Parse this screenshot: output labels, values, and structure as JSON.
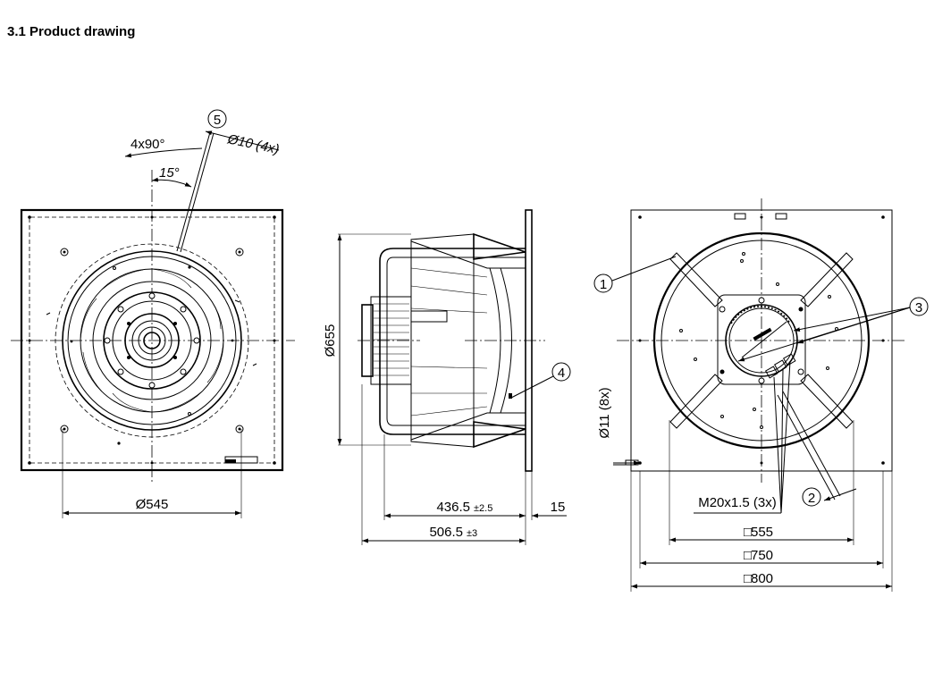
{
  "section_title": "3.1 Product drawing",
  "front_view": {
    "angle_4x90": "4x90°",
    "angle_15": "15°",
    "hole_callout": "Ø10 (4x)",
    "balloon_5": "5",
    "dim_545": "Ø545"
  },
  "side_view": {
    "dim_655": "Ø655",
    "dim_4365": "436.5",
    "dim_4365_tol": "±2.5",
    "dim_15": "15",
    "dim_5065": "506.5",
    "dim_5065_tol": "±3",
    "balloon_4": "4"
  },
  "rear_view": {
    "balloon_1": "1",
    "balloon_2": "2",
    "balloon_3": "3",
    "dim_11": "Ø11 (8x)",
    "thread": "M20x1.5 (3x)",
    "dim_555": "555",
    "dim_750": "750",
    "dim_800": "800",
    "square_symbol": "□"
  }
}
